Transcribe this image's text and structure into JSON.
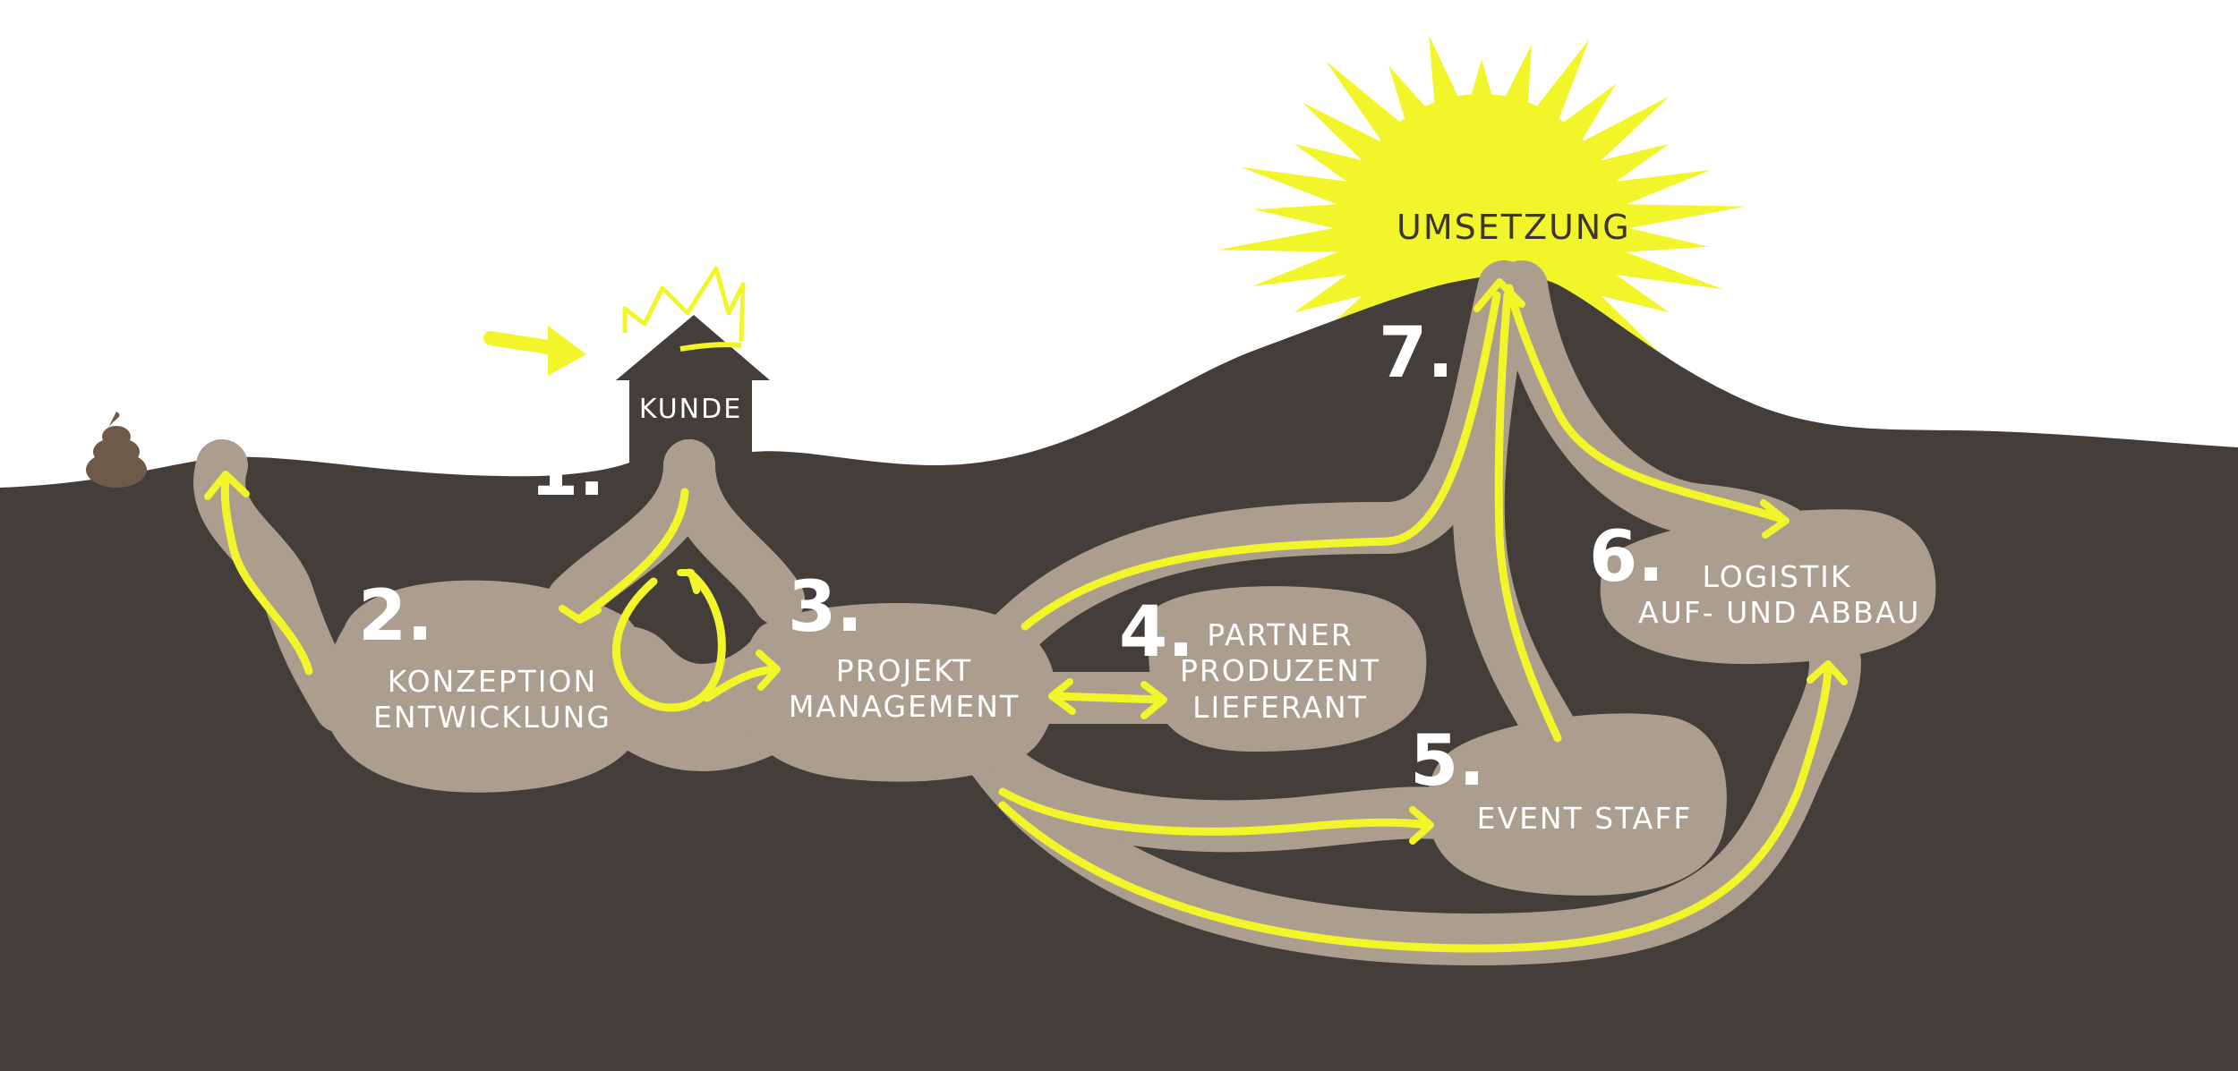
{
  "colors": {
    "ground": "#433e3a",
    "tunnel": "#ab9e8f",
    "accent": "#f2f52a",
    "sky": "#ffffff",
    "label": "#ffffff",
    "sun_text": "#3d3630"
  },
  "sun": {
    "label": "UMSETZUNG"
  },
  "house": {
    "label": "KUNDE"
  },
  "icons": [
    "arrow-right-icon",
    "crown-icon",
    "poop-icon",
    "sun-icon"
  ],
  "nodes": [
    {
      "number": "1.",
      "label": ""
    },
    {
      "number": "2.",
      "label": "KONZEPTION\nENTWICKLUNG"
    },
    {
      "number": "3.",
      "label": "PROJEKT\nMANAGEMENT"
    },
    {
      "number": "4.",
      "label": "PARTNER\nPRODUZENT\nLIEFERANT"
    },
    {
      "number": "5.",
      "label": "EVENT STAFF"
    },
    {
      "number": "6.",
      "label": "LOGISTIK\nAUF- UND ABBAU"
    },
    {
      "number": "7.",
      "label": ""
    }
  ]
}
